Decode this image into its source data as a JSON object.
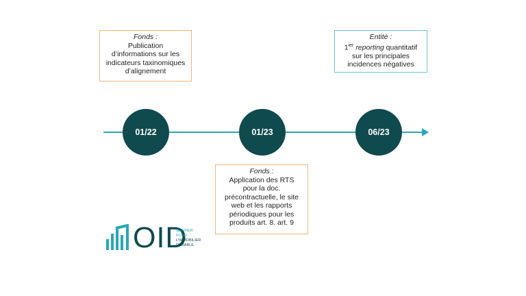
{
  "boxes": [
    {
      "label": "Fonds :",
      "text": [
        "Publication",
        "d’informations sur les",
        "indicateurs taxinomiques",
        "d’alignement"
      ]
    },
    {
      "label": "Fonds :",
      "text": [
        "Application des RTS",
        "pour la doc.",
        "précontractuelle, le site",
        "web et les rapports",
        "périodiques pour les",
        "produits art. 8. art. 9"
      ]
    },
    {
      "label": "Entité :",
      "pre": "1",
      "sup": "ier",
      "italic": "reporting",
      "post": " quantitatif",
      "text": [
        "sur les principales",
        "incidences négatives"
      ]
    }
  ],
  "timeline": {
    "nodes": [
      "01/22",
      "01/23",
      "06/23"
    ],
    "line_color": "#2aa7b6",
    "node_color": "#0f4a4e"
  },
  "logo": {
    "letters": "OID",
    "tagline": [
      "ŒUVRER",
      "POUR",
      "L’IMMOBILIER",
      "DURABLE"
    ]
  }
}
